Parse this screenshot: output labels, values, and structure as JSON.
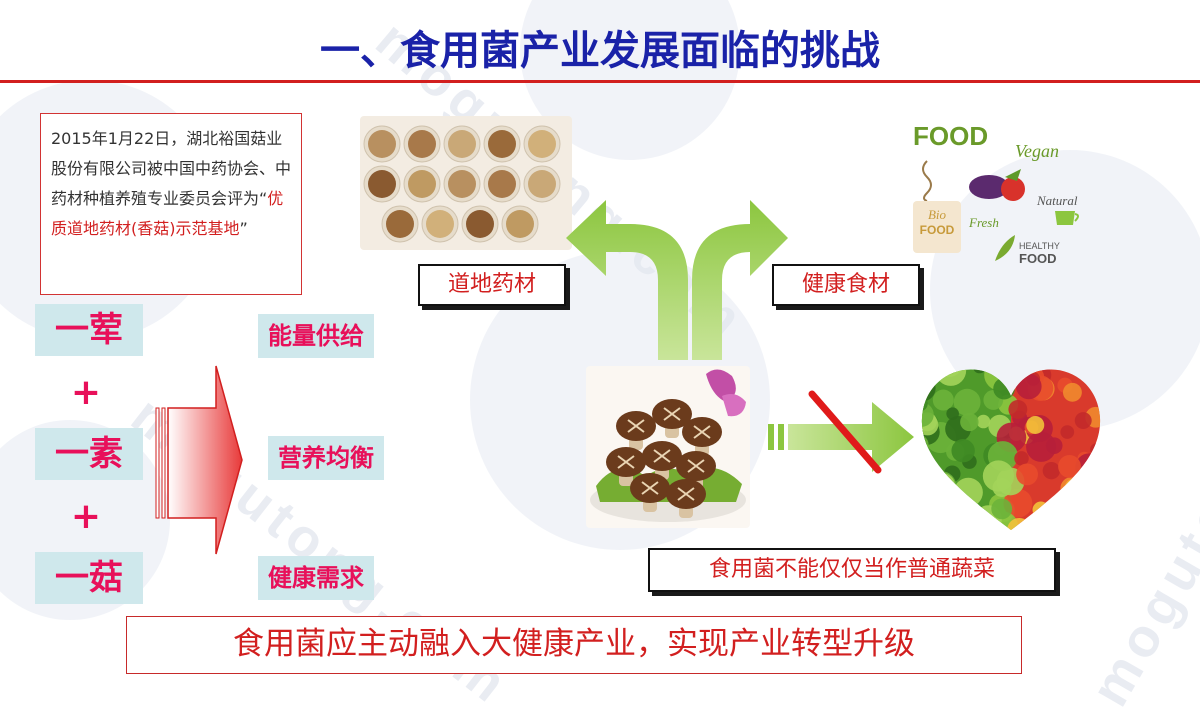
{
  "title": "一、食用菌产业发展面临的挑战",
  "quote": {
    "text_plain": "2015年1月22日，湖北裕国菇业股份有限公司被中国中药协会、中药材种植养殖专业委员会评为“",
    "text_red": "优质道地药材(香菇)示范基地",
    "text_end": "”"
  },
  "left_column": {
    "items": [
      "一荤",
      "一素",
      "一菇"
    ],
    "plus": "+"
  },
  "right_column": {
    "items": [
      "能量供给",
      "营养均衡",
      "健康需求"
    ]
  },
  "labels": {
    "medicinal": "道地药材",
    "healthy_food": "健康食材",
    "not_vegetable": "食用菌不能仅仅当作普通蔬菜"
  },
  "food_graphic": {
    "food": "FOOD",
    "vegan": "Vegan",
    "natural": "Natural",
    "bio": "Bio",
    "bio_food": "FOOD",
    "fresh": "Fresh",
    "healthy": "HEALTHY",
    "healthy_food": "FOOD"
  },
  "bottom_banner": "食用菌应主动融入大健康产业，实现产业转型升级",
  "watermark": "mogutong.com",
  "colors": {
    "title_blue": "#1a22a8",
    "accent_red": "#d21f1f",
    "label_pink": "#e8105a",
    "label_bg": "#cfe8ec",
    "arrow_green": "#8cc63f"
  }
}
